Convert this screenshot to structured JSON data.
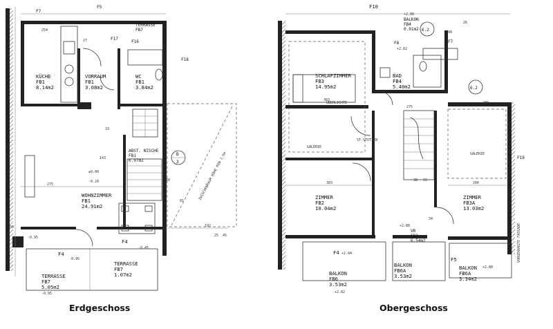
{
  "captions": {
    "left": "Erdgeschoss",
    "right": "Obergeschoss"
  },
  "erdgeschoss": {
    "rooms": [
      {
        "name": "KÜCHE",
        "code": "FB1",
        "area": "8.14m2"
      },
      {
        "name": "VORRAUM",
        "code": "FB1",
        "area": "3.08m2"
      },
      {
        "name": "WC",
        "code": "FB1",
        "area": "3.84m2"
      },
      {
        "name": "ABST. NISCHE",
        "code": "FB1",
        "area": "0.97m2"
      },
      {
        "name": "WOHNZIMMER",
        "code": "FB1",
        "area": "24.91m2"
      },
      {
        "name": "TERRASSE",
        "code": "FB7",
        "area": "1.07m2"
      },
      {
        "name": "TERRASSE",
        "code": "FB7",
        "area": "5.05m2"
      },
      {
        "name": "TERRASSE",
        "code": "FB7",
        "area": ""
      }
    ],
    "markers": [
      "F4",
      "F4",
      "F17",
      "F16",
      "F7",
      "F18",
      "F5"
    ],
    "dims": [
      "254",
      "275",
      "192",
      "33",
      "143",
      "27",
      "30",
      "81",
      "25",
      "45",
      "50"
    ],
    "levels": [
      "±0.00",
      "-0.20",
      "-0.95",
      "-0.95",
      "-0.45",
      "-0.95"
    ],
    "section": {
      "label": "B",
      "num": "3"
    },
    "diag": "ZWISCHENRAUM HÖHE MIN 1.6m"
  },
  "obergeschoss": {
    "rooms": [
      {
        "name": "SCHLAFZIMMER",
        "code": "FB3",
        "area": "14.95m2"
      },
      {
        "name": "BAD",
        "code": "FB4",
        "area": "5.40m2"
      },
      {
        "name": "BALKON",
        "code": "FB4",
        "area": "0.91m2"
      },
      {
        "name": "ZIMMER",
        "code": "FB2",
        "area": "10.04m2"
      },
      {
        "name": "ZIMMER",
        "code": "FB3A",
        "area": "13.03m2"
      },
      {
        "name": "VR",
        "code": "FB3",
        "area": "6.54m2"
      },
      {
        "name": "BALKON",
        "code": "FB6",
        "area": "3.53m2"
      },
      {
        "name": "BALKON",
        "code": "FB6A",
        "area": "3.53m2"
      },
      {
        "name": "BALKON",
        "code": "FB6A",
        "area": "3.34m2"
      }
    ],
    "markers": [
      "F10",
      "F8",
      "F4",
      "F5",
      "F7",
      "F19"
    ],
    "dims": [
      "303",
      "200",
      "383",
      "275",
      "200",
      "26",
      "08",
      "34",
      "38",
      "55"
    ],
    "levels": [
      "+2.80",
      "+2.82",
      "+2.88",
      "+2.94",
      "+2.82",
      "+2.88"
    ],
    "sections": [
      "6.2",
      "6.2"
    ],
    "notes": [
      "GALERIE",
      "GALERIE",
      "UBERLICHTE",
      "ST-STUTZEN",
      "VORGEHANGTE FASSADE"
    ]
  }
}
